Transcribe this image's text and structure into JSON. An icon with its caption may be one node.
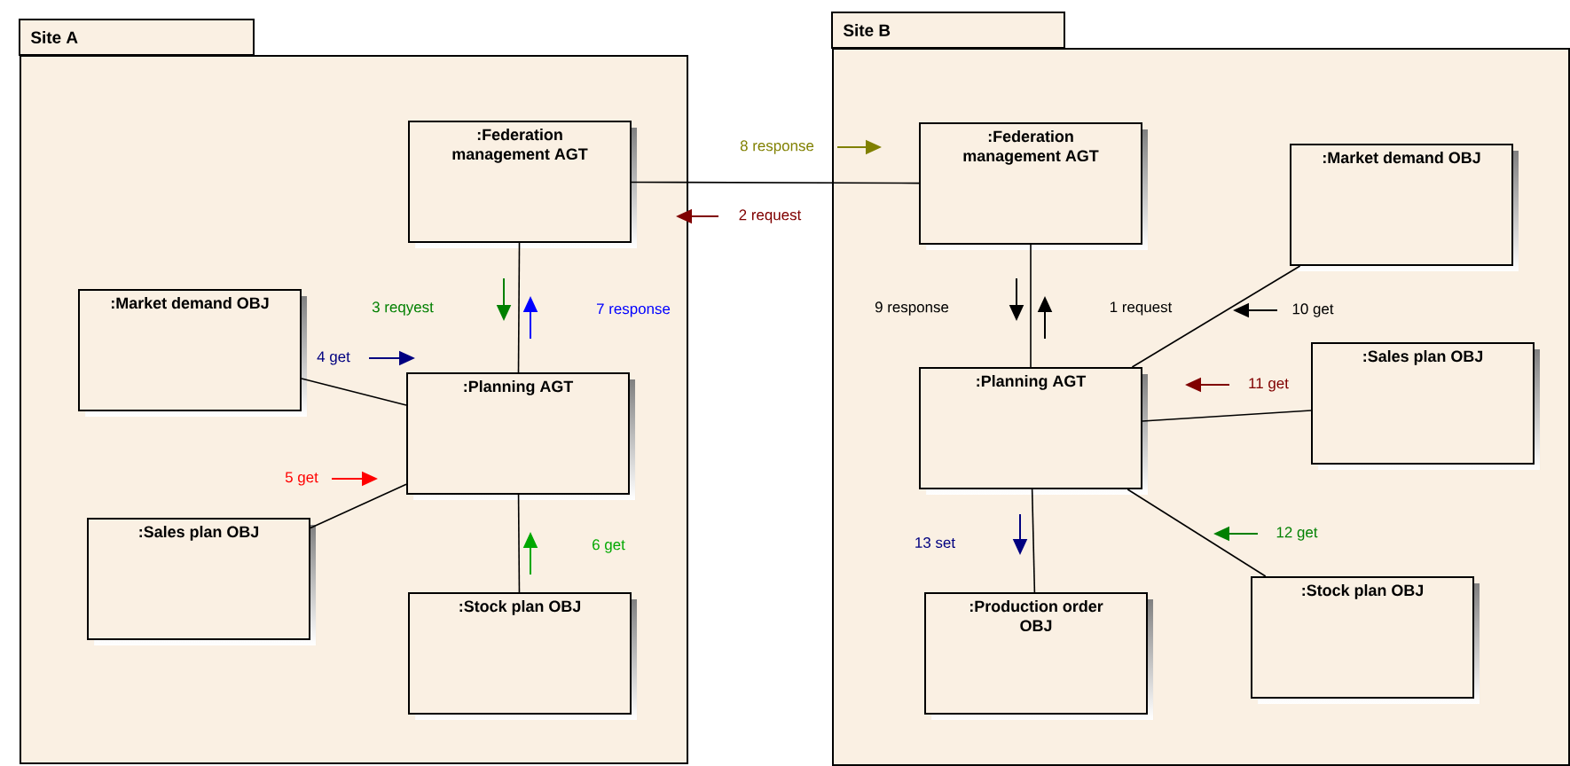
{
  "diagram": {
    "nodes": [
      {
        "text": [
          "Site A"
        ]
      },
      {
        "text": [
          ":Federation management AGT"
        ],
        "in": 0
      },
      {
        "text": [
          ":Market demand OBJ"
        ],
        "in": 0
      },
      {
        "text": [
          ":Planning AGT"
        ],
        "in": 0
      },
      {
        "text": [
          ":Sales plan OBJ"
        ],
        "in": 0
      },
      {
        "text": [
          ":Stock plan OBJ"
        ],
        "in": 0
      },
      {
        "text": [
          "Site B"
        ]
      },
      {
        "text": [
          ":Federation management AGT"
        ],
        "in": 6
      },
      {
        "text": [
          ":Market demand OBJ"
        ],
        "in": 6
      },
      {
        "text": [
          ":Planning AGT"
        ],
        "in": 6
      },
      {
        "text": [
          ":Sales plan OBJ"
        ],
        "in": 6
      },
      {
        "text": [
          ":Production order OBJ"
        ],
        "in": 6
      },
      {
        "text": [
          ":Stock plan OBJ"
        ],
        "in": 6
      }
    ],
    "edges": [
      {
        "from": 1,
        "to": 7,
        "arrow": "none"
      },
      {
        "from": 1,
        "to": 3,
        "arrow": "none"
      },
      {
        "from": 2,
        "to": 3,
        "arrow": "none"
      },
      {
        "from": 4,
        "to": 3,
        "arrow": "none"
      },
      {
        "from": 5,
        "to": 3,
        "arrow": "none"
      },
      {
        "from": 7,
        "to": 9,
        "arrow": "none"
      },
      {
        "from": 8,
        "to": 9,
        "arrow": "none"
      },
      {
        "from": 10,
        "to": 9,
        "arrow": "none"
      },
      {
        "from": 12,
        "to": 9,
        "arrow": "none"
      },
      {
        "from": 9,
        "to": 11,
        "arrow": "none"
      }
    ],
    "labels": [
      "8 response",
      "2 request",
      "3 reqyest",
      "7 response",
      "9 response",
      "1 request",
      "10 get",
      "4 get",
      "11 get",
      "5 get",
      "13 set",
      "12 get",
      "6 get"
    ]
  }
}
